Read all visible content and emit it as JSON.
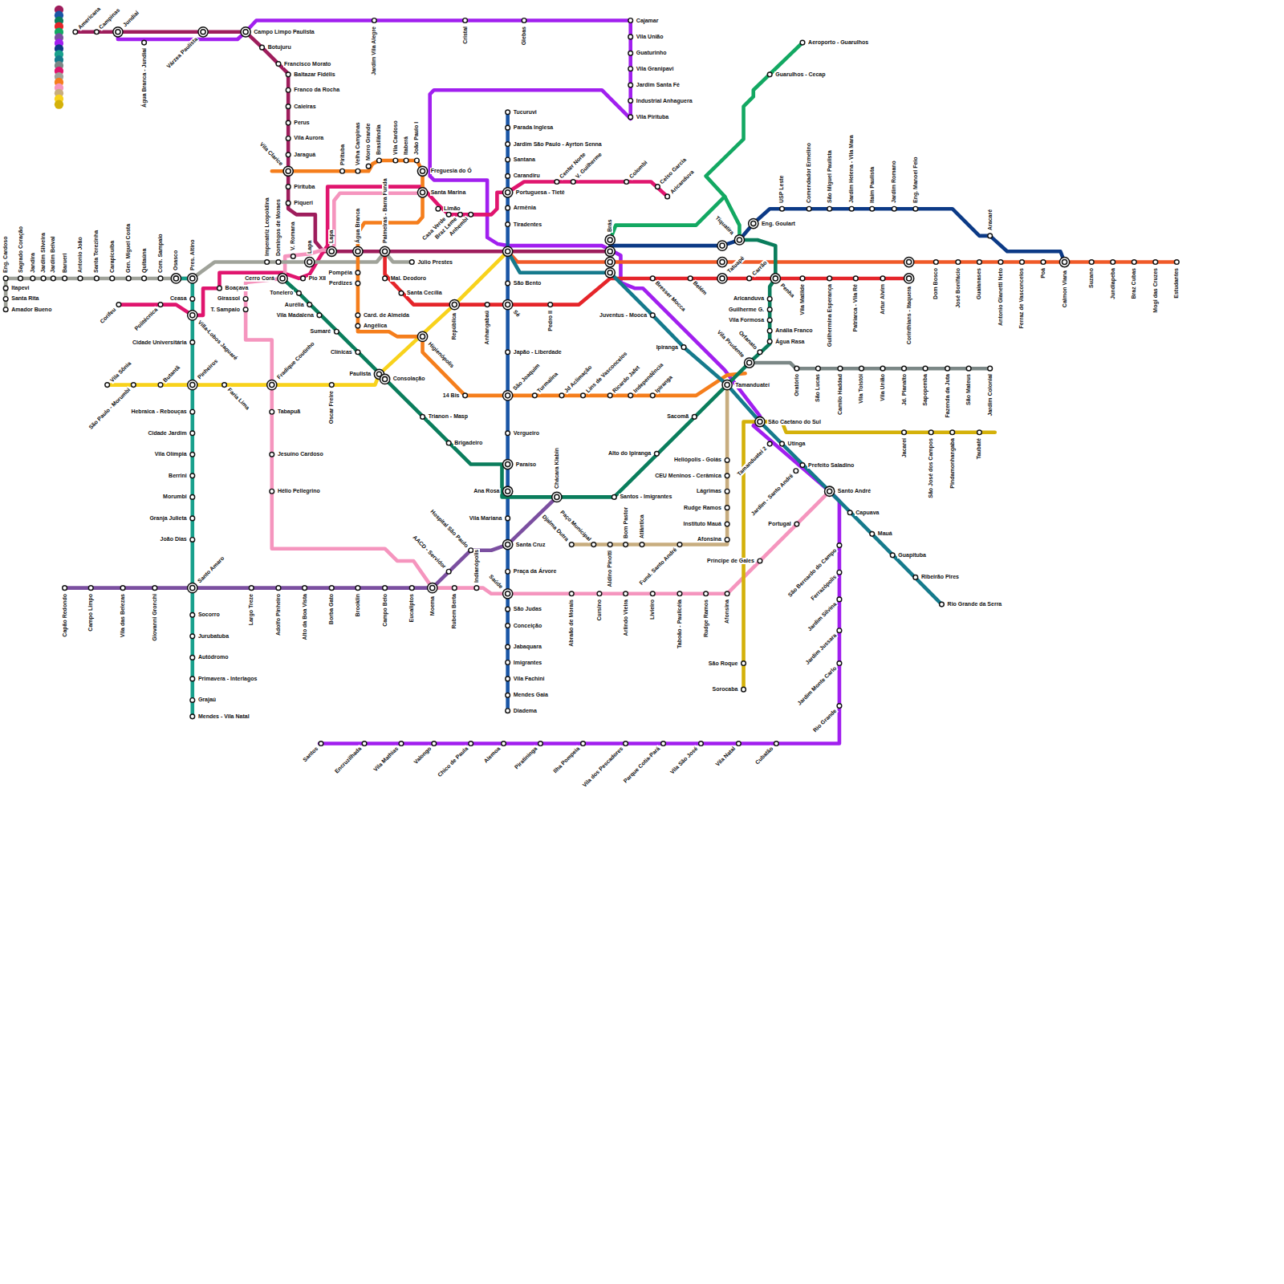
{
  "diagram": {
    "labels": [
      "Americana",
      "Campinas",
      "Jundiaí",
      "Água Branca - Jundiaí",
      "Várzea Paulista",
      "Campo Limpo Paulista",
      "Botujuru",
      "Francisco Morato",
      "Baltazar Fidélis",
      "Franco da Rocha",
      "Caieiras",
      "Perus",
      "Vila Aurora",
      "Jaraguá",
      "Vila Clarice",
      "Pirituba",
      "Piqueri",
      "Jardim Vila Alegre",
      "Cristal",
      "Glebas",
      "Cajamar",
      "Vila União",
      "Guaturinho",
      "Vila Granipavi",
      "Jardim Santa Fé",
      "Industrial Anhaguera",
      "Vila Pirituba",
      "Pirituba",
      "Velha Campinas",
      "Morro Grande",
      "Brasilândia",
      "Vila Cardoso",
      "Itaberá",
      "João Paulo I",
      "Freguesia do Ó",
      "Santa Marina",
      "Limão",
      "Casa Verde",
      "Braz Leme",
      "Anhembi",
      "Tucuruvi",
      "Parada Inglesa",
      "Jardim São Paulo - Ayrton Senna",
      "Santana",
      "Carandiru",
      "Center Norte",
      "V. Guilherme",
      "Colombi",
      "Celso Garcia",
      "Aricanduva",
      "Portuguesa - Tietê",
      "Armênia",
      "Tiradentes",
      "Aeroporto - Guarulhos",
      "Guarulhos - Cecap",
      "Tiquatira",
      "Eng. Goulart",
      "USP Leste",
      "Comendador Ermelino",
      "São Miguel Paulista",
      "Jardim Helena - Vila Mara",
      "Itaim Paulista",
      "Jardim Romano",
      "Eng. Manoel Feio",
      "Aracaré",
      "Eng. Cardoso",
      "Sagrado Coração",
      "Jandira",
      "Jardim Silveira",
      "Jardim Belval",
      "Barueri",
      "Antonio João",
      "Santa Terezinha",
      "Carapicuíba",
      "Gen. Miguel Costa",
      "Quitaúna",
      "Com. Sampaio",
      "Osasco",
      "Pres. Altino",
      "Itapevi",
      "Santa Rita",
      "Amador Bueno",
      "Imperatriz Leopoldina",
      "Domingos de Moraes",
      "V. Romana",
      "Lapa",
      "Lapa",
      "Água Branca",
      "Palmeiras - Barra Funda",
      "Júlio Prestes",
      "Brás",
      "Tatuapé",
      "Carrão",
      "Penha",
      "Vila Matilde",
      "Guilhermina Esperança",
      "Patriarca - Vila Ré",
      "Artur Alvim",
      "Corinthians - Itaquera",
      "Dom Bosco",
      "José Bonifácio",
      "Guaianases",
      "Antonio Gianetti Neto",
      "Ferraz de Vasconcelos",
      "Poá",
      "Calmon Viana",
      "Suzano",
      "Jundiapeba",
      "Braz Cubas",
      "Mogi das Cruzes",
      "Estudantes",
      "Mal. Deodoro",
      "Santa Cecília",
      "República",
      "Anhangabaú",
      "Sé",
      "São Bento",
      "Pedro II",
      "Bresser Mocca",
      "Belém",
      "Ceasa",
      "Villa-Lobos Jaguaré",
      "Cidade Universitária",
      "Pinheiros",
      "Hebraica - Rebouças",
      "Cidade Jardim",
      "Vila Olímpia",
      "Berrini",
      "Morumbi",
      "Granja Julieta",
      "João Dias",
      "Santo Amaro",
      "Socorro",
      "Jurubatuba",
      "Autódromo",
      "Primavera - Interlagos",
      "Grajaú",
      "Mendes - Vila Natal",
      "Corifeu",
      "Politécnica",
      "Boaçava",
      "Girassol",
      "T. Sampaio",
      "Cerro Corá",
      "Pio XII",
      "Tonelero",
      "Aurélia",
      "Vila Madalena",
      "Sumaré",
      "Clínicas",
      "Paulista",
      "Consolação",
      "Pompéia",
      "Perdizes",
      "Card. de Almeida",
      "Angélica",
      "Higienópolis",
      "Trianon - Masp",
      "Brigadeiro",
      "14 Bis",
      "São Joaquim",
      "Japão - Liberdade",
      "Turmalina",
      "Jd Aclimação",
      "Lins de Vasconcelos",
      "Ricardo Jafet",
      "Independência",
      "Ipiranga",
      "Juventus - Mooca",
      "Ipiranga",
      "Vila Prudente",
      "Orfanato",
      "Água Rasa",
      "Anália Franco",
      "Vila Formosa",
      "Guilherme G.",
      "Aricanduva",
      "Tamanduateí",
      "Sacomã",
      "Alto do Ipiranga",
      "Oratório",
      "São Lucas",
      "Camilo Haddad",
      "Vila Tolstói",
      "Vila União",
      "Jd. Planalto",
      "Sapopemba",
      "Fazenda da Juta",
      "São Mateus",
      "Jardim Colonial",
      "São Caetano do Sul",
      "Utinga",
      "Tamanduateí 2",
      "Jardim - Santo André",
      "Prefeito Saladino",
      "Santo André",
      "Capuava",
      "Mauá",
      "Guapituba",
      "Ribeirão Pires",
      "Rio Grande da Serra",
      "Jacareí",
      "São José dos Campos",
      "Pindamonhangaba",
      "Taubaté",
      "Portugal",
      "Príncipe de Gales",
      "São Roque",
      "Sorocaba",
      "São Bernardo do Campo",
      "Ferrazópolis",
      "Jardim Silvina",
      "Jardim Jussara",
      "Jardim Monte Carlo",
      "Rio Grande",
      "Heliópolis - Goiás",
      "CEU Meninos - Cerâmica",
      "Lágrimas",
      "Rudge Ramos",
      "Instituto Mauá",
      "Afonsina",
      "Djalma Dutra",
      "Paço Municipal",
      "Aldino Pinotti",
      "Bom Pastor",
      "Atlântica",
      "Fund. Santo André",
      "Santos - Imigrantes",
      "Chácara Klabin",
      "Vergueiro",
      "Paraíso",
      "Ana Rosa",
      "Vila Mariana",
      "Santa Cruz",
      "Praça da Árvore",
      "Saúde",
      "São Judas",
      "Conceição",
      "Jabaquara",
      "Imigrantes",
      "Vila Fachini",
      "Mendes Gaia",
      "Diadema",
      "Hospital São Paulo",
      "AACD - Servidor",
      "Capão Redondo",
      "Campo Limpo",
      "Vila das Belezas",
      "Giovanni Gronchi",
      "Largo Treze",
      "Adolfo Pinheiro",
      "Alto da Boa Vista",
      "Borba Gato",
      "Brooklin",
      "Campo Belo",
      "Eucaliptos",
      "Moema",
      "Rubem Berta",
      "Indianópolis",
      "Abraão de Morais",
      "Cursino",
      "Arlindo Vieira",
      "Livieiro",
      "Taboão - Paulicéia",
      "Rudge Ramos",
      "Afonsina",
      "Vila Sônia",
      "São Paulo - Morumbi",
      "Butantã",
      "Faria Lima",
      "Fradique Coutinho",
      "Oscar Freire",
      "Tabapuã",
      "Jesuíno Cardoso",
      "Hélio Pellegrino",
      "Santos",
      "Encruzilhada",
      "Vila Mathias",
      "Valongo",
      "Chico de Paula",
      "Alemoa",
      "Piratininga",
      "Ilha Pompeia",
      "Vila dos Pescadores",
      "Parque Cotia-Pará",
      "Vila São José",
      "Vila Natal",
      "Cubatão"
    ]
  }
}
